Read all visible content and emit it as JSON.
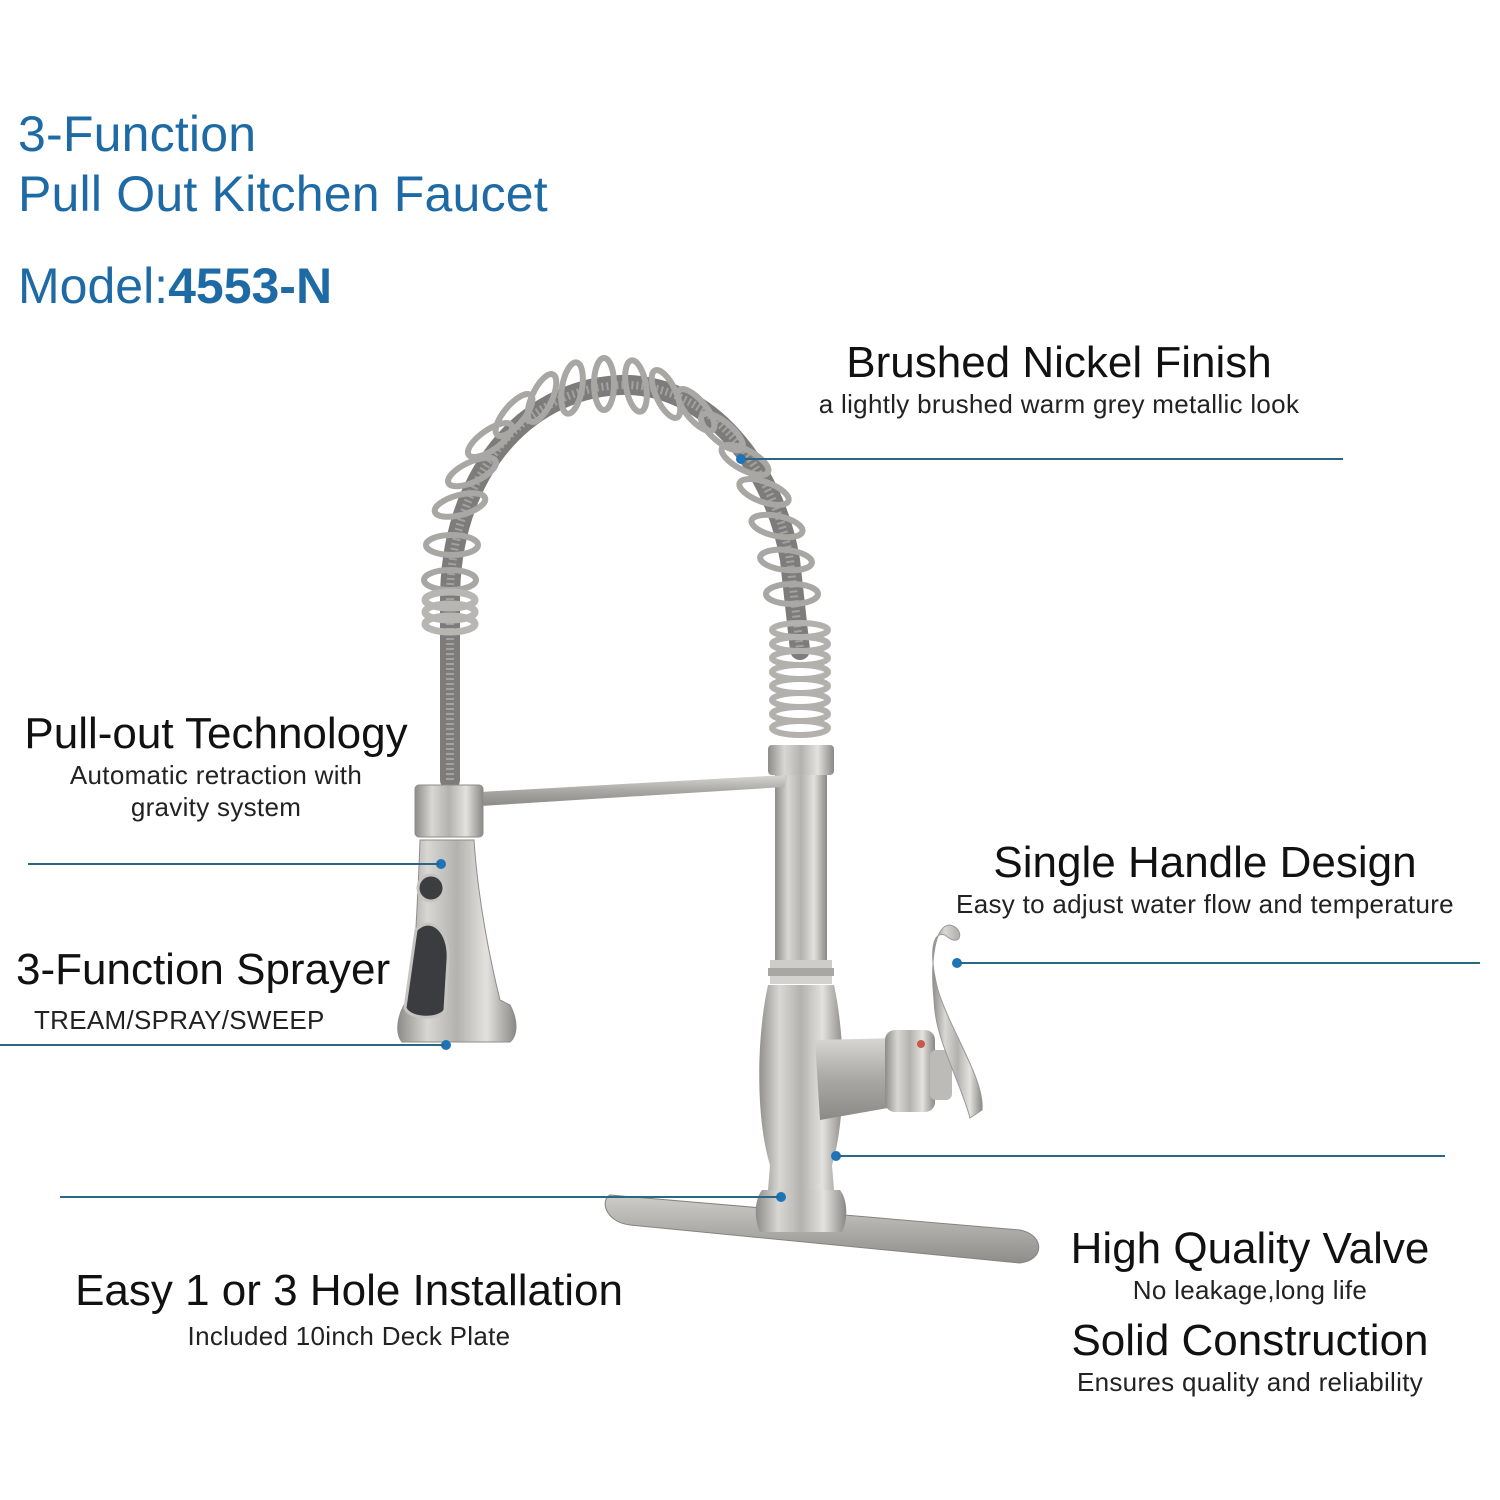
{
  "header": {
    "title_line1": "3-Function",
    "title_line2": "Pull Out Kitchen Faucet",
    "model_label": "Model:",
    "model_number": "4553-N"
  },
  "colors": {
    "title_blue": "#1d6aa5",
    "leader_line": "#2a6686",
    "callout_dot": "#1f74b8",
    "metal": "#b9b7b3"
  },
  "features": {
    "finish": {
      "heading": "Brushed Nickel Finish",
      "sub": "a lightly brushed warm grey metallic look"
    },
    "pullout": {
      "heading": "Pull-out Technology",
      "sub_line1": "Automatic retraction with",
      "sub_line2": "gravity system"
    },
    "sprayer": {
      "heading": "3-Function Sprayer",
      "sub": "TREAM/SPRAY/SWEEP"
    },
    "handle": {
      "heading": "Single Handle Design",
      "sub": "Easy to adjust water flow and temperature"
    },
    "valve": {
      "heading": "High Quality Valve",
      "sub": "No leakage,long life"
    },
    "construction": {
      "heading": "Solid Construction",
      "sub": "Ensures quality and reliability"
    },
    "installation": {
      "heading": "Easy 1 or 3 Hole Installation",
      "sub": "Included 10inch Deck Plate"
    }
  }
}
